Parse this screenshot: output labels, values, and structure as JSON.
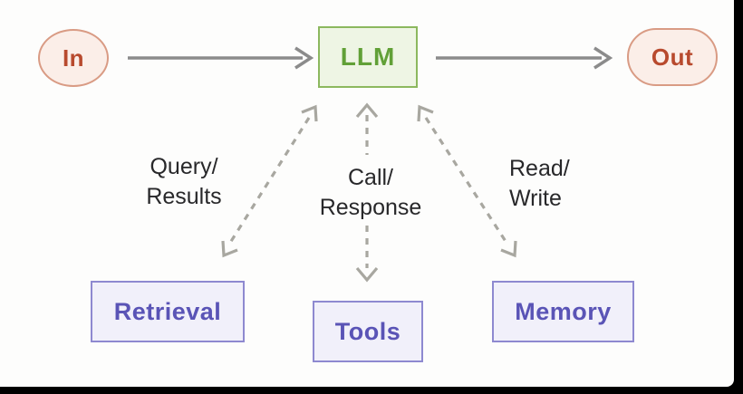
{
  "diagram": {
    "title_semantics": "LLM agent architecture flow diagram",
    "canvas_background": "#fdfdfc",
    "frame_color": "#000000"
  },
  "nodes": {
    "in": {
      "label": "In",
      "shape": "ellipse",
      "fill": "#fbeee8",
      "border": "#d99b84",
      "text_color": "#b84a2e"
    },
    "llm": {
      "label": "LLM",
      "shape": "rect",
      "fill": "#eef5e4",
      "border": "#8cb85e",
      "text_color": "#61a037"
    },
    "out": {
      "label": "Out",
      "shape": "pill",
      "fill": "#fbeee8",
      "border": "#d99b84",
      "text_color": "#b84a2e"
    },
    "retrieval": {
      "label": "Retrieval",
      "shape": "rect",
      "fill": "#f1f0fa",
      "border": "#8e89d0",
      "text_color": "#5a54b6"
    },
    "tools": {
      "label": "Tools",
      "shape": "rect",
      "fill": "#f1f0fa",
      "border": "#8e89d0",
      "text_color": "#5a54b6"
    },
    "memory": {
      "label": "Memory",
      "shape": "rect",
      "fill": "#f1f0fa",
      "border": "#8e89d0",
      "text_color": "#5a54b6"
    }
  },
  "edges": [
    {
      "from": "In",
      "to": "LLM",
      "style": "solid",
      "direction": "one-way",
      "label": ""
    },
    {
      "from": "LLM",
      "to": "Out",
      "style": "solid",
      "direction": "one-way",
      "label": ""
    },
    {
      "from": "LLM",
      "to": "Retrieval",
      "style": "dashed",
      "direction": "two-way",
      "label": "Query/Results"
    },
    {
      "from": "LLM",
      "to": "Tools",
      "style": "dashed",
      "direction": "two-way",
      "label": "Call/Response"
    },
    {
      "from": "LLM",
      "to": "Memory",
      "style": "dashed",
      "direction": "two-way",
      "label": "Read/Write"
    }
  ],
  "edge_labels": {
    "query_results": {
      "line1": "Query/",
      "line2": "Results"
    },
    "call_response": {
      "line1": "Call/",
      "line2": "Response"
    },
    "read_write": {
      "line1": "Read/",
      "line2": "Write"
    }
  },
  "arrow_colors": {
    "solid": "#8b8b8b",
    "dashed": "#a8a7a0"
  }
}
